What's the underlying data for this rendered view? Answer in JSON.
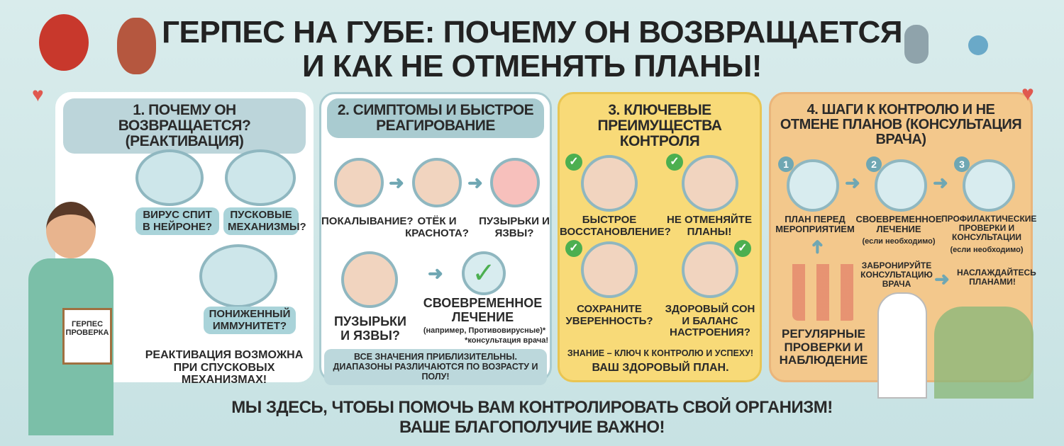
{
  "title": {
    "line1": "ГЕРПЕС НА ГУБЕ: ПОЧЕМУ ОН ВОЗВРАЩАЕТСЯ",
    "line2": "И КАК НЕ ОТМЕНЯТЬ ПЛАНЫ!"
  },
  "panel1": {
    "header": "1. ПОЧЕМУ ОН ВОЗВРАЩАЕТСЯ? (РЕАКТИВАЦИЯ)",
    "items": [
      "ВИРУС СПИТ В НЕЙРОНЕ?",
      "ПУСКОВЫЕ МЕХАНИЗМЫ?",
      "ПОНИЖЕННЫЙ ИММУНИТЕТ?"
    ],
    "note": "РЕАКТИВАЦИЯ ВОЗМОЖНА ПРИ СПУСКОВЫХ МЕХАНИЗМАХ!",
    "clipboard": "ГЕРПЕС ПРОВЕРКА"
  },
  "panel2": {
    "header": "2. СИМПТОМЫ И БЫСТРОЕ РЕАГИРОВАНИЕ",
    "items": [
      "ПОКАЛЫВАНИЕ?",
      "ОТЁК И КРАСНОТА?",
      "ПУЗЫРЬКИ И ЯЗВЫ?",
      "ПУЗЫРЬКИ И ЯЗВЫ?"
    ],
    "treatment": "СВОЕВРЕМЕННОЕ ЛЕЧЕНИЕ",
    "treatment_note": "(например, Противовирусные)*",
    "treatment_footnote": "*консультация врача!",
    "disclaimer": "ВСЕ ЗНАЧЕНИЯ ПРИБЛИЗИТЕЛЬНЫ. ДИАПАЗОНЫ РАЗЛИЧАЮТСЯ ПО ВОЗРАСТУ И ПОЛУ!"
  },
  "panel3": {
    "header": "3. КЛЮЧЕВЫЕ ПРЕИМУЩЕСТВА КОНТРОЛЯ",
    "items": [
      "БЫСТРОЕ ВОССТАНОВЛЕНИЕ?",
      "НЕ ОТМЕНЯЙТЕ ПЛАНЫ!",
      "СОХРАНИТЕ УВЕРЕННОСТЬ?",
      "ЗДОРОВЫЙ СОН И БАЛАНС НАСТРОЕНИЯ?"
    ],
    "footer1": "ЗНАНИЕ – КЛЮЧ К КОНТРОЛЮ И УСПЕХУ!",
    "footer2": "ВАШ ЗДОРОВЫЙ ПЛАН."
  },
  "panel4": {
    "header": "4. ШАГИ К КОНТРОЛЮ И НЕ ОТМЕНЕ ПЛАНОВ (КОНСУЛЬТАЦИЯ ВРАЧА)",
    "steps": [
      {
        "n": "1",
        "label": "ПЛАН ПЕРЕД МЕРОПРИЯТИЕМ",
        "note": ""
      },
      {
        "n": "2",
        "label": "СВОЕВРЕМЕННОЕ ЛЕЧЕНИЕ",
        "note": "(если необходимо)"
      },
      {
        "n": "3",
        "label": "ПРОФИЛАКТИЧЕСКИЕ ПРОВЕРКИ И КОНСУЛЬТАЦИИ",
        "note": "(если необходимо)"
      }
    ],
    "book": "ЗАБРОНИРУЙТЕ КОНСУЛЬТАЦИЮ ВРАЧА",
    "enjoy": "НАСЛАЖДАЙТЕСЬ ПЛАНАМИ!",
    "regular": "РЕГУЛЯРНЫЕ ПРОВЕРКИ И НАБЛЮДЕНИЕ"
  },
  "footer": {
    "line1": "МЫ ЗДЕСЬ, ЧТОБЫ ПОМОЧЬ ВАМ КОНТРОЛИРОВАТЬ СВОЙ ОРГАНИЗМ!",
    "line2": "ВАШЕ БЛАГОПОЛУЧИЕ ВАЖНО!"
  },
  "colors": {
    "teal": "#6fa7b3",
    "yellow": "#f8da78",
    "orange": "#f3c88c",
    "check": "#4caf50",
    "question": "#e0482f"
  }
}
